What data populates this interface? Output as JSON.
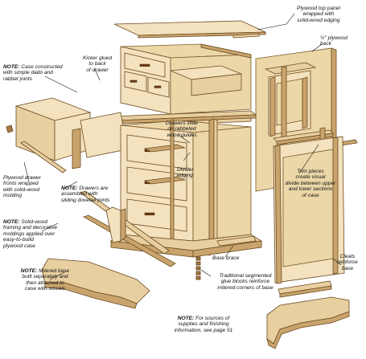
{
  "labels": {
    "top_panel": "Plywood top panel\nwrapped with\nsolid-wood edging",
    "plywood_back": "½\" plywood\nback",
    "note_case": "Case constructed\nwith simple dado and\nrabbet joints",
    "kicker": "Kicker glued\nto back\nof drawer",
    "drawers_slide": "Drawers slide\non rabbeted\nwood guides",
    "divider": "Divider\nedging",
    "drawer_fronts": "Plywood drawer\nfronts wrapped\nwith solid-wood\nmolding",
    "note_drawers": "Drawers are\nassembled with\nsliding dovetail joints",
    "trim_pieces": "Trim pieces\ncreate visual\ndivide between upper\nand lower sections\nof case",
    "note_framing": "Solid-wood\nframing and decorative\nmoldings applied over\neasy-to-build\nplywood case",
    "base_brace": "Base brace",
    "cleats": "Cleats\nreinforce\nbase",
    "note_base": "Mitered base\nbuilt separately and\nthen attached to\ncase with screws",
    "glue_blocks": "Traditional segmented\nglue blocks reinforce\nmitered corners of base",
    "note_sources": "For sources of\nsupplies and finishing\ninformation, see page 51"
  },
  "note_prefix": "NOTE:"
}
